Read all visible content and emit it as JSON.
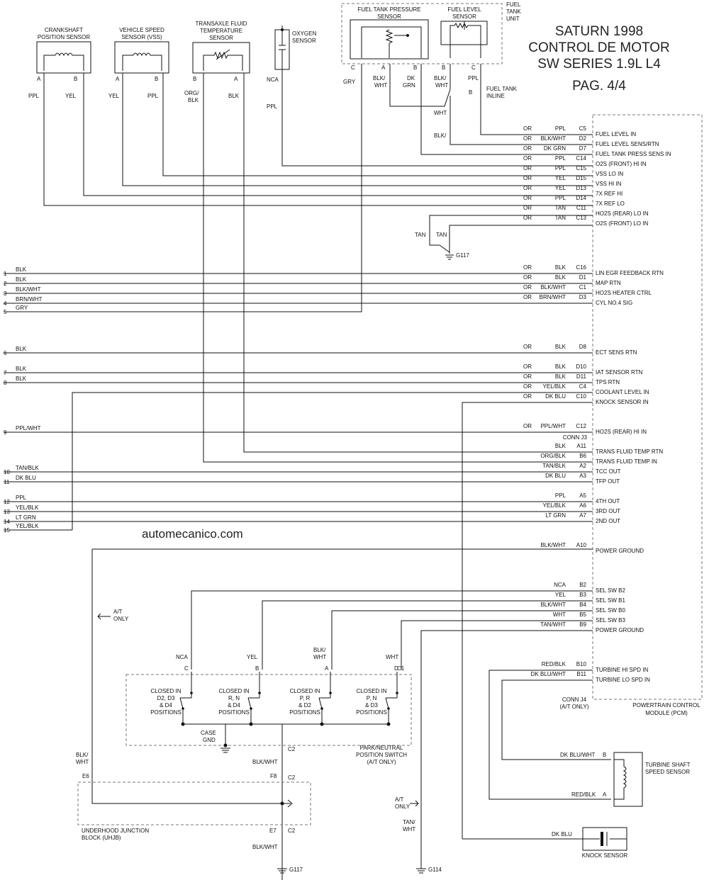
{
  "title": {
    "line1": "SATURN 1998",
    "line2": "CONTROL DE MOTOR",
    "line3": "SW SERIES 1.9L L4",
    "line4": "PAG. 4/4"
  },
  "watermark": "automecanico.com",
  "components": {
    "crank": {
      "line1": "CRANKSHAFT",
      "line2": "POSITION SENSOR",
      "pin_a": "A",
      "pin_b": "B",
      "wire_a": "PPL",
      "wire_b": "YEL"
    },
    "vss": {
      "line1": "VEHICLE SPEED",
      "line2": "SENSOR (VSS)",
      "pin_a": "A",
      "pin_b": "B",
      "wire_a": "YEL",
      "wire_b": "PPL"
    },
    "tft": {
      "line1": "TRANSAXLE FLUID",
      "line2": "TEMPERATURE",
      "line3": "SENSOR",
      "pin_b": "B",
      "pin_a": "A",
      "wire_b1": "ORG/",
      "wire_b2": "BLK",
      "wire_a": "BLK"
    },
    "o2s": {
      "line1": "OXYGEN",
      "line2": "SENSOR",
      "wire1": "NCA",
      "wire2": "PPL"
    },
    "unit": {
      "line1": "FUEL",
      "line2": "TANK",
      "line3": "UNIT"
    },
    "ftps": {
      "line1": "FUEL TANK PRESSURE",
      "line2": "SENSOR",
      "pin_c": "C",
      "pin_a": "A",
      "pin_b": "B",
      "wire_c": "GRY",
      "wire_a1": "BLK/",
      "wire_a2": "WHT",
      "wire_b1": "DK",
      "wire_b2": "GRN"
    },
    "fls": {
      "line1": "FUEL LEVEL",
      "line2": "SENSOR",
      "pin_b": "B",
      "pin_c": "C",
      "wire_b1": "BLK/",
      "wire_b2": "WHT",
      "wire_c": "PPL"
    },
    "inline": {
      "pin": "B",
      "line1": "FUEL TANK",
      "line2": "INLINE"
    },
    "splice": {
      "wire1": "WHT",
      "wire2": "BLK/"
    },
    "g117top": {
      "wire1": "TAN",
      "wire2": "TAN",
      "ground": "G117"
    },
    "pcm": {
      "line1": "POWERTRAIN CONTROL",
      "line2": "MODULE (PCM)",
      "conn_j3": "CONN J3",
      "conn_j4": "CONN J4",
      "at_only": "(A/T ONLY)"
    },
    "pnp": {
      "line1": "PARK/NEUTRAL",
      "line2": "POSITION SWITCH",
      "line3": "(A/T ONLY)",
      "c1": "C1",
      "c2": "C2",
      "case1": "CASE",
      "case2": "GND",
      "pins": [
        {
          "pin": "C",
          "wire": "NCA"
        },
        {
          "pin": "B",
          "wire": "YEL"
        },
        {
          "pin": "A",
          "wire1": "BLK/",
          "wire2": "WHT"
        },
        {
          "pin": "D",
          "wire": "WHT"
        }
      ],
      "switches": [
        {
          "l1": "CLOSED IN",
          "l2": "D2, D3",
          "l3": "& D4",
          "l4": "POSITIONS"
        },
        {
          "l1": "CLOSED IN",
          "l2": "R, N",
          "l3": "& D4",
          "l4": "POSITIONS"
        },
        {
          "l1": "CLOSED IN",
          "l2": "P, R",
          "l3": "& D2",
          "l4": "POSITIONS"
        },
        {
          "l1": "CLOSED IN",
          "l2": "P, N",
          "l3": "& D3",
          "l4": "POSITIONS"
        }
      ]
    },
    "uhjb": {
      "line1": "UNDERHOOD JUNCTION",
      "line2": "BLOCK (UHJB)",
      "e6": "E6",
      "f8": "F8",
      "e7": "E7",
      "c2a": "C2",
      "c2b": "C2",
      "wire_in1": "BLK/",
      "wire_in2": "WHT",
      "wire_f8": "BLK/WHT",
      "wire_e7": "BLK/WHT",
      "ground": "G117"
    },
    "at_only_left": {
      "l1": "A/T",
      "l2": "ONLY"
    },
    "at_only_mid": {
      "l1": "A/T",
      "l2": "ONLY",
      "wire1": "TAN/",
      "wire2": "WHT",
      "ground": "G114"
    },
    "tss": {
      "line1": "TURBINE SHAFT",
      "line2": "SPEED SENSOR",
      "pin_b": "B",
      "pin_a": "A",
      "wire_b": "DK BLU/WHT",
      "wire_a": "RED/BLK"
    },
    "knock": {
      "label": "KNOCK SENSOR",
      "wire": "DK BLU"
    }
  },
  "pcm_pins": [
    {
      "or": "OR",
      "wire": "PPL",
      "pin": "C5",
      "func": "FUEL LEVEL IN"
    },
    {
      "or": "OR",
      "wire": "BLK/WHT",
      "pin": "D2",
      "func": "FUEL LEVEL SENS/RTN"
    },
    {
      "or": "OR",
      "wire": "DK GRN",
      "pin": "D7",
      "func": "FUEL TANK PRESS SENS IN"
    },
    {
      "or": "OR",
      "wire": "PPL",
      "pin": "C14",
      "func": "O2S (FRONT) HI IN"
    },
    {
      "or": "OR",
      "wire": "PPL",
      "pin": "C15",
      "func": "VSS LO IN"
    },
    {
      "or": "OR",
      "wire": "YEL",
      "pin": "D15",
      "func": "VSS HI IN"
    },
    {
      "or": "OR",
      "wire": "YEL",
      "pin": "D13",
      "func": "7X REF HI"
    },
    {
      "or": "OR",
      "wire": "PPL",
      "pin": "D14",
      "func": "7X REF LO"
    },
    {
      "or": "OR",
      "wire": "TAN",
      "pin": "C11",
      "func": "HO2S (REAR) LO IN"
    },
    {
      "or": "OR",
      "wire": "TAN",
      "pin": "C13",
      "func": "O2S (FRONT) LO IN"
    },
    {
      "or": "OR",
      "wire": "BLK",
      "pin": "C16",
      "func": "LIN EGR FEEDBACK RTN"
    },
    {
      "or": "OR",
      "wire": "BLK",
      "pin": "D1",
      "func": "MAP RTN"
    },
    {
      "or": "OR",
      "wire": "BLK/WHT",
      "pin": "C1",
      "func": "HO2S HEATER CTRL"
    },
    {
      "or": "OR",
      "wire": "BRN/WHT",
      "pin": "D3",
      "func": "CYL NO.4 SIG"
    },
    {
      "or": "OR",
      "wire": "BLK",
      "pin": "D8",
      "func": "ECT SENS RTN"
    },
    {
      "or": "OR",
      "wire": "BLK",
      "pin": "D10",
      "func": "IAT SENSOR RTN"
    },
    {
      "or": "OR",
      "wire": "BLK",
      "pin": "D11",
      "func": "TPS RTN"
    },
    {
      "or": "OR",
      "wire": "YEL/BLK",
      "pin": "C4",
      "func": "COOLANT LEVEL IN"
    },
    {
      "or": "OR",
      "wire": "DK BLU",
      "pin": "C10",
      "func": "KNOCK SENSOR IN"
    },
    {
      "or": "OR",
      "wire": "PPL/WHT",
      "pin": "C12",
      "func": "HO2S (REAR) HI IN"
    },
    {
      "or": "",
      "wire": "BLK",
      "pin": "A11",
      "func": "TRANS FLUID TEMP RTN"
    },
    {
      "or": "",
      "wire": "ORG/BLK",
      "pin": "B6",
      "func": "TRANS FLUID TEMP IN"
    },
    {
      "or": "",
      "wire": "TAN/BLK",
      "pin": "A2",
      "func": "TCC OUT"
    },
    {
      "or": "",
      "wire": "DK BLU",
      "pin": "A3",
      "func": "TFP OUT"
    },
    {
      "or": "",
      "wire": "PPL",
      "pin": "A5",
      "func": "4TH OUT"
    },
    {
      "or": "",
      "wire": "YEL/BLK",
      "pin": "A6",
      "func": "3RD OUT"
    },
    {
      "or": "",
      "wire": "LT GRN",
      "pin": "A7",
      "func": "2ND OUT"
    },
    {
      "or": "",
      "wire": "BLK/WHT",
      "pin": "A10",
      "func": "POWER GROUND"
    },
    {
      "or": "",
      "wire": "NCA",
      "pin": "B2",
      "func": "SEL SW B2"
    },
    {
      "or": "",
      "wire": "YEL",
      "pin": "B3",
      "func": "SEL SW B1"
    },
    {
      "or": "",
      "wire": "BLK/WHT",
      "pin": "B4",
      "func": "SEL SW B0"
    },
    {
      "or": "",
      "wire": "WHT",
      "pin": "B5",
      "func": "SEL SW B3"
    },
    {
      "or": "",
      "wire": "TAN/WHT",
      "pin": "B9",
      "func": "POWER GROUND"
    },
    {
      "or": "",
      "wire": "RED/BLK",
      "pin": "B10",
      "func": "TURBINE HI SPD IN"
    },
    {
      "or": "",
      "wire": "DK BLU/WHT",
      "pin": "B11",
      "func": "TURBINE LO SPD IN"
    }
  ],
  "left_refs": [
    {
      "num": "1",
      "wire": "BLK"
    },
    {
      "num": "2",
      "wire": "BLK"
    },
    {
      "num": "3",
      "wire": "BLK/WHT"
    },
    {
      "num": "4",
      "wire": "BRN/WHT"
    },
    {
      "num": "5",
      "wire": "GRY"
    },
    {
      "num": "6",
      "wire": "BLK"
    },
    {
      "num": "7",
      "wire": "BLK"
    },
    {
      "num": "8",
      "wire": "BLK"
    },
    {
      "num": "9",
      "wire": "PPL/WHT"
    },
    {
      "num": "10",
      "wire": "TAN/BLK"
    },
    {
      "num": "11",
      "wire": "DK BLU"
    },
    {
      "num": "12",
      "wire": "PPL"
    },
    {
      "num": "13",
      "wire": "YEL/BLK"
    },
    {
      "num": "14",
      "wire": "LT GRN"
    },
    {
      "num": "15",
      "wire": "YEL/BLK"
    }
  ]
}
